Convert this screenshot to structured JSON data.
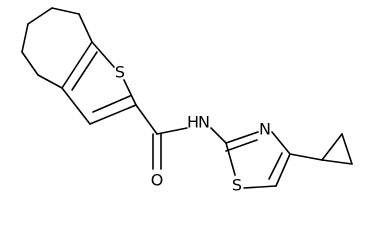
{
  "molecule": {
    "atoms": {
      "thiophene_s": "S",
      "carbonyl_o": "O",
      "amide_n": "N",
      "amide_h": "H",
      "thiazole_n": "N",
      "thiazole_s": "S"
    },
    "colors": {
      "bond": "#000000",
      "label": "#000000",
      "background": "#ffffff"
    }
  }
}
